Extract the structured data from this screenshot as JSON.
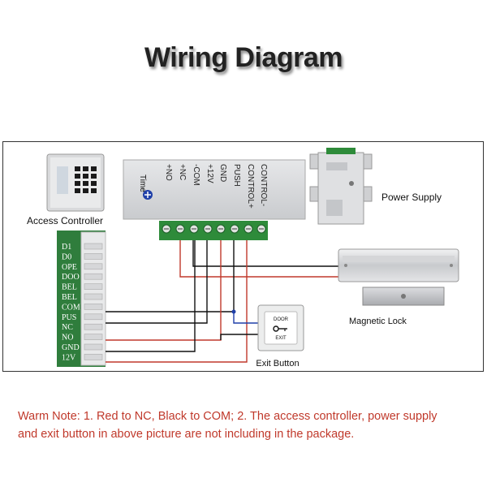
{
  "title": "Wiring Diagram",
  "devices": {
    "access_controller": "Access Controller",
    "power_supply": "Power Supply",
    "magnetic_lock": "Magnetic Lock",
    "exit_button": "Exit Button",
    "exit_button_top": "DOOR",
    "exit_button_bottom": "EXIT"
  },
  "power_module": {
    "time_label": "Time",
    "terminals": [
      "CONTROL-",
      "CONTROL+",
      "PUSH",
      "GND",
      "+12V",
      "-COM",
      "+NC",
      "+NO"
    ]
  },
  "controller_pins": [
    "D1",
    "D0",
    "OPE",
    "DOO",
    "BEL",
    "BEL",
    "COM",
    "PUS",
    "NC",
    "NO",
    "GND",
    "12V"
  ],
  "note": {
    "line1": "Warm Note: 1. Red  to NC, Black to COM;  2. The access controller, power supply",
    "line2": "and exit button in above picture are not including in the package."
  },
  "colors": {
    "wire_red": "#c0392b",
    "wire_black": "#111111",
    "wire_blue": "#1f3fa8",
    "terminal_green": "#2e8b3a",
    "note_red": "#c0392b"
  }
}
